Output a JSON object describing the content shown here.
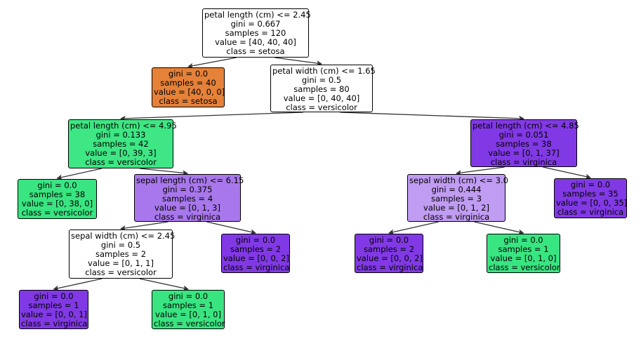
{
  "colors": {
    "white": "#ffffff",
    "setosa": "#e58139",
    "versicolor": "#39e581",
    "versicolor_light": "#3ee684",
    "virginica": "#8139e5",
    "virginica_light": "#a877ec",
    "virginica_lighter": "#c09cf2",
    "edge": "#333333"
  },
  "nodes": [
    {
      "id": "n0",
      "lines": [
        "petal length (cm) <= 2.45",
        "gini = 0.667",
        "samples = 120",
        "value = [40, 40, 40]",
        "class = setosa"
      ],
      "color": "white"
    },
    {
      "id": "n1",
      "lines": [
        "gini = 0.0",
        "samples = 40",
        "value = [40, 0, 0]",
        "class = setosa"
      ],
      "color": "setosa"
    },
    {
      "id": "n2",
      "lines": [
        "petal width (cm) <= 1.65",
        "gini = 0.5",
        "samples = 80",
        "value = [0, 40, 40]",
        "class = versicolor"
      ],
      "color": "white"
    },
    {
      "id": "n3",
      "lines": [
        "petal length (cm) <= 4.95",
        "gini = 0.133",
        "samples = 42",
        "value = [0, 39, 3]",
        "class = versicolor"
      ],
      "color": "versicolor_light"
    },
    {
      "id": "n4",
      "lines": [
        "gini = 0.0",
        "samples = 38",
        "value = [0, 38, 0]",
        "class = versicolor"
      ],
      "color": "versicolor"
    },
    {
      "id": "n5",
      "lines": [
        "sepal length (cm) <= 6.15",
        "gini = 0.375",
        "samples = 4",
        "value = [0, 1, 3]",
        "class = virginica"
      ],
      "color": "virginica_light"
    },
    {
      "id": "n6",
      "lines": [
        "sepal width (cm) <= 2.45",
        "gini = 0.5",
        "samples = 2",
        "value = [0, 1, 1]",
        "class = versicolor"
      ],
      "color": "white"
    },
    {
      "id": "n7",
      "lines": [
        "gini = 0.0",
        "samples = 1",
        "value = [0, 0, 1]",
        "class = virginica"
      ],
      "color": "virginica"
    },
    {
      "id": "n8",
      "lines": [
        "gini = 0.0",
        "samples = 1",
        "value = [0, 1, 0]",
        "class = versicolor"
      ],
      "color": "versicolor"
    },
    {
      "id": "n9",
      "lines": [
        "gini = 0.0",
        "samples = 2",
        "value = [0, 0, 2]",
        "class = virginica"
      ],
      "color": "virginica"
    },
    {
      "id": "n10",
      "lines": [
        "petal length (cm) <= 4.85",
        "gini = 0.051",
        "samples = 38",
        "value = [0, 1, 37]",
        "class = virginica"
      ],
      "color": "virginica"
    },
    {
      "id": "n11",
      "lines": [
        "sepal width (cm) <= 3.0",
        "gini = 0.444",
        "samples = 3",
        "value = [0, 1, 2]",
        "class = virginica"
      ],
      "color": "virginica_lighter"
    },
    {
      "id": "n12",
      "lines": [
        "gini = 0.0",
        "samples = 2",
        "value = [0, 0, 2]",
        "class = virginica"
      ],
      "color": "virginica"
    },
    {
      "id": "n13",
      "lines": [
        "gini = 0.0",
        "samples = 1",
        "value = [0, 1, 0]",
        "class = versicolor"
      ],
      "color": "versicolor"
    },
    {
      "id": "n14",
      "lines": [
        "gini = 0.0",
        "samples = 35",
        "value = [0, 0, 35]",
        "class = virginica"
      ],
      "color": "virginica"
    }
  ],
  "edges": [
    [
      "n0",
      "n1"
    ],
    [
      "n0",
      "n2"
    ],
    [
      "n2",
      "n3"
    ],
    [
      "n2",
      "n10"
    ],
    [
      "n3",
      "n4"
    ],
    [
      "n3",
      "n5"
    ],
    [
      "n5",
      "n6"
    ],
    [
      "n5",
      "n9"
    ],
    [
      "n6",
      "n7"
    ],
    [
      "n6",
      "n8"
    ],
    [
      "n10",
      "n11"
    ],
    [
      "n10",
      "n14"
    ],
    [
      "n11",
      "n12"
    ],
    [
      "n11",
      "n13"
    ]
  ]
}
